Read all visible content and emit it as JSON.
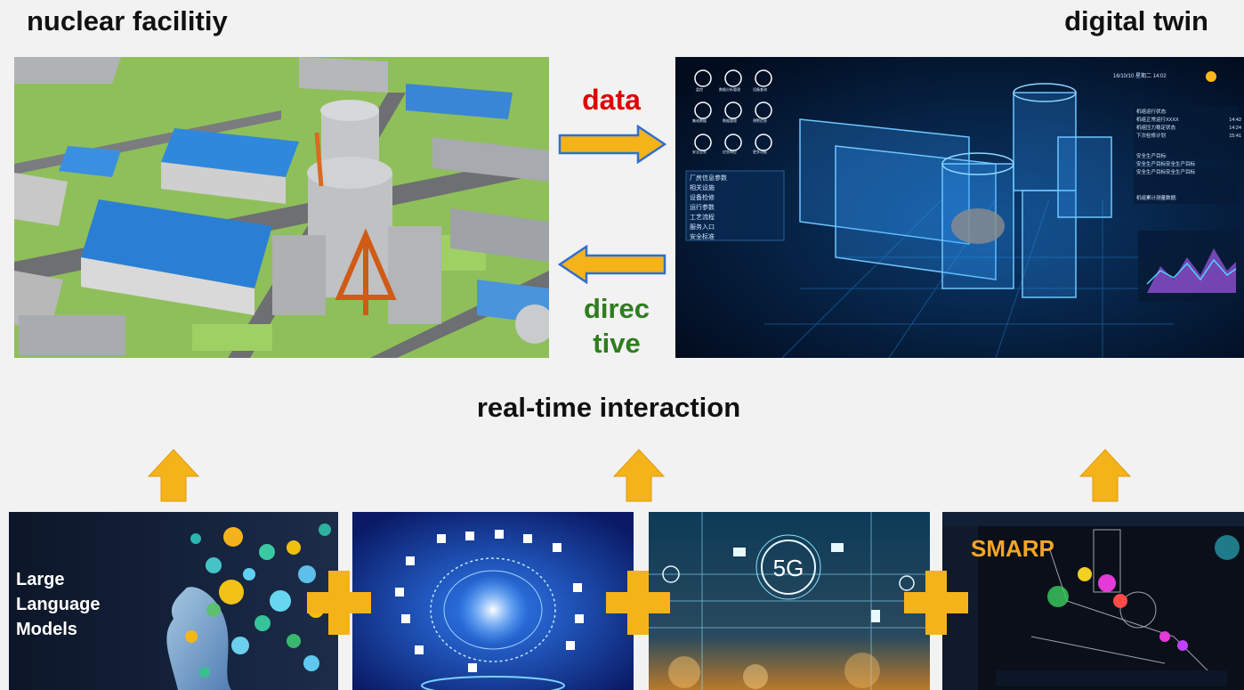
{
  "facility": {
    "title": "nuclear facilitiy"
  },
  "twin": {
    "title": "digital twin",
    "icons": [
      "监控",
      "数据分析管理",
      "设备查询",
      "集成数据",
      "数据管理",
      "预警信息",
      "安全告警",
      "应急响应",
      "更多功能"
    ],
    "left_panel": {
      "title": "厂房信息参数",
      "items": [
        "相关设施",
        "设备检修",
        "运行参数",
        "工艺流程",
        "服务入口",
        "安全标准"
      ]
    },
    "right_panel": {
      "status_title": "机组运行状态:",
      "status_rows": [
        {
          "label": "机组正常运行XXXX",
          "value": "14:42"
        },
        {
          "label": "机组压力稳定状态",
          "value": "14:24"
        },
        {
          "label": "下次检修计划",
          "value": "15:41"
        }
      ],
      "safety_title": "安全生产目标:",
      "safety_items": [
        "安全生产目标安全生产目标",
        "安全生产目标安全生产目标"
      ],
      "chart_title": "机组累计测量数据:"
    },
    "clock": "16/10/10 星期二 14:02"
  },
  "flow": {
    "data_label": "data",
    "directive_line1": "direc",
    "directive_line2": "tive",
    "accent": "#f5b31a"
  },
  "interaction": {
    "title": "real-time interaction"
  },
  "bottom": {
    "llm_line1": "Large",
    "llm_line2": "Language",
    "llm_line3": "Models",
    "fiveg": "5G",
    "smarp": "SMARP"
  }
}
